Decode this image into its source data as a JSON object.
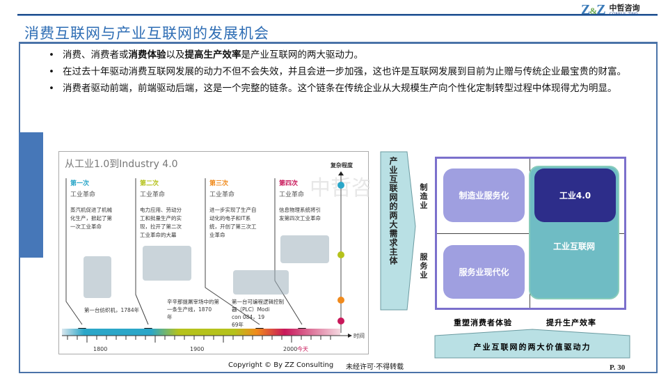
{
  "logo": {
    "mark": "Z&Z",
    "name_cn": "中哲咨询",
    "name_en": "CONSUL TING"
  },
  "title": "消费互联网与产业互联网的发展机会",
  "bullets": [
    {
      "parts": [
        {
          "t": "消费、消费者或",
          "b": false
        },
        {
          "t": "消费体验",
          "b": true
        },
        {
          "t": "以及",
          "b": false
        },
        {
          "t": "提高生产效率",
          "b": true
        },
        {
          "t": "是产业互联网的两大驱动力。",
          "b": false
        }
      ]
    },
    {
      "text": "在过去十年驱动消费互联网发展的动力不但不会失效，并且会进一步加强，这也许是互联网发展到目前为止赠与传统企业最宝贵的财富。"
    },
    {
      "text": "消费者驱动前端，前端驱动后端，这是一个完整的链条。这个链条在传统企业从大规模生产向个性化定制转型过程中体现得尤为明显。"
    }
  ],
  "timeline": {
    "title": "从工业1.0到Industry 4.0",
    "complexity_label": "复杂程度",
    "time_label": "时间",
    "today_label": "今天",
    "watermark": "中哲咨询",
    "ticks": [
      "1800",
      "1900",
      "2000"
    ],
    "eras": [
      {
        "ordinal": "第一次",
        "name": "工业革命",
        "desc": "蒸汽机促进了机械化生产，掀起了第一次工业革命",
        "event": "第一台纺织机，1784年",
        "color": "#2aa6c8"
      },
      {
        "ordinal": "第二次",
        "name": "工业革命",
        "desc": "电力应用、劳动分工和批量生产的实现，拉开了第二次工业革命的大幕",
        "event": "辛辛那提屠宰场中的第一条生产线，1870年",
        "color": "#b5c21c"
      },
      {
        "ordinal": "第三次",
        "name": "工业革命",
        "desc": "进一步实现了生产自动化的电子和IT系统，开创了第三次工业革命",
        "event": "第一台可编程逻辑控制器（PLC）Modicon 084，1969年",
        "color": "#f08a1c"
      },
      {
        "ordinal": "第四次",
        "name": "工业革命",
        "desc": "信息物理系统将引发第四次工业革命",
        "event": "",
        "color": "#c8185a"
      }
    ]
  },
  "matrix": {
    "left_arrow": "产业互联网的两大需求主体",
    "row_labels": [
      "制造业",
      "服务业"
    ],
    "cells": {
      "mfg_service": "制造业服务化",
      "service_modern": "服务业现代化",
      "industry40": "工业4.0",
      "industrial_internet": "工业互联网"
    },
    "col_labels": [
      "重塑消费者体验",
      "提升生产效率"
    ],
    "bottom_arrow": "产业互联网的两大价值驱动力"
  },
  "footer": {
    "copyright": "Copyright © By  ZZ Consulting",
    "notice": "未经许可·不得转载",
    "page": "P. 30"
  }
}
